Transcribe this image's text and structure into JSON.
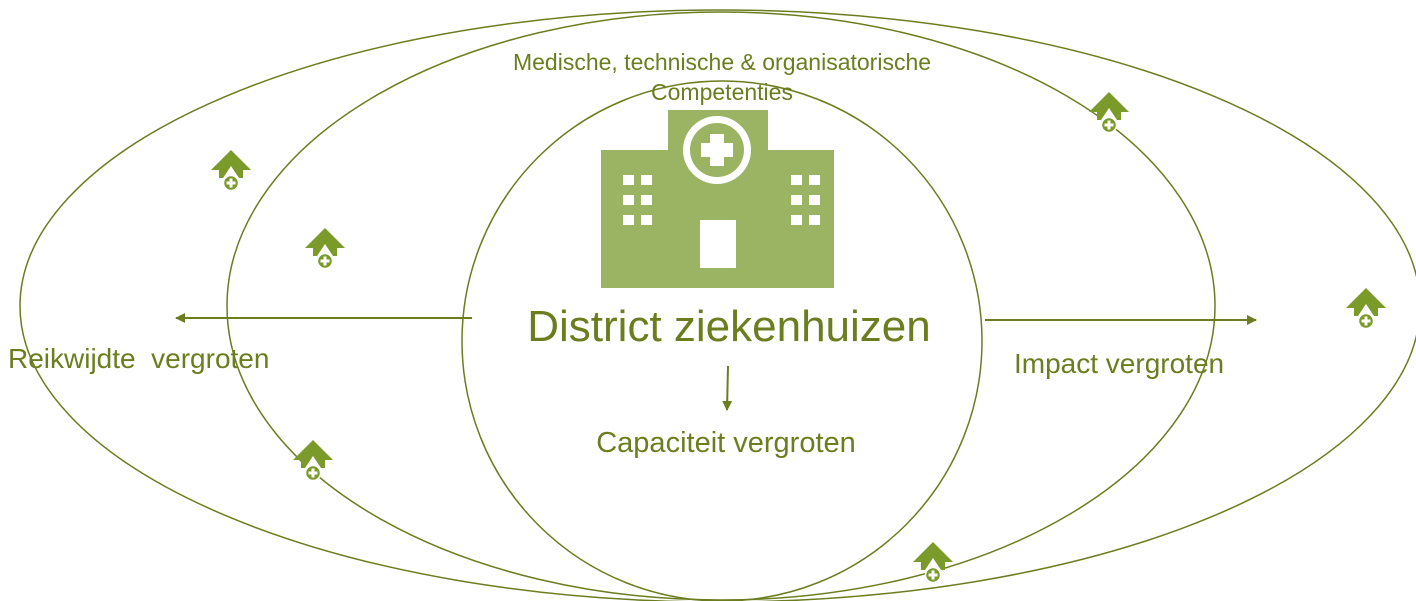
{
  "diagram": {
    "competencies_line1": "Medische, technische & organisatorische",
    "competencies_line2": "Competenties",
    "center_label": "District ziekenhuizen",
    "left_label": "Reikwijdte  vergroten",
    "right_label": "Impact vergroten",
    "bottom_label": "Capaciteit vergroten"
  },
  "colors": {
    "stroke": "#6b7d1f",
    "text": "#6b7d1f",
    "icon_fill": "#9bb464",
    "icon_dark": "#7a9a2a",
    "background": "#ffffff"
  },
  "icons": {
    "center": "hospital-icon",
    "satellite": "health-post-icon"
  }
}
